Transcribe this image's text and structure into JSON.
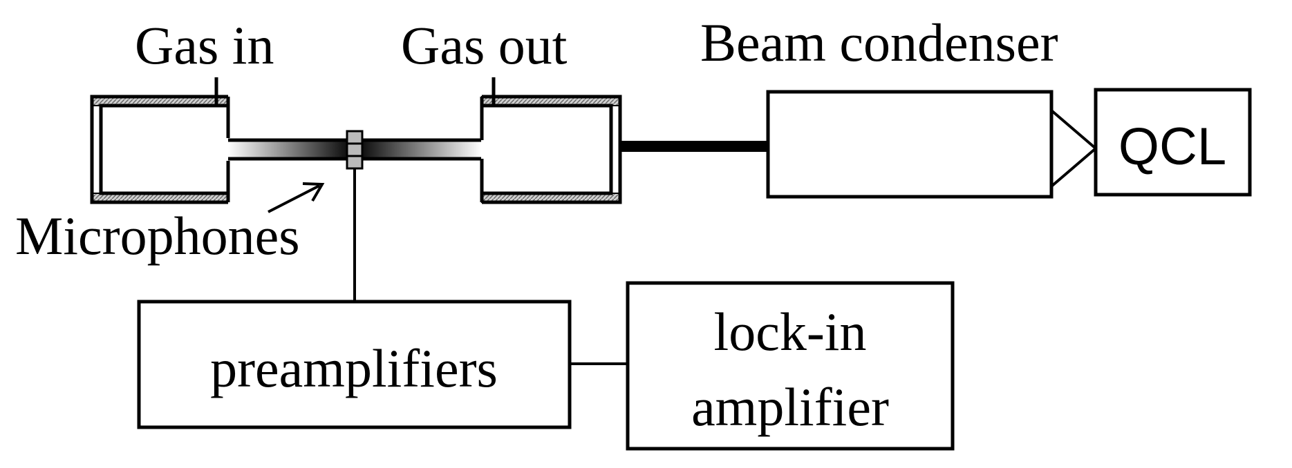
{
  "labels": {
    "gas_in": "Gas in",
    "gas_out": "Gas out",
    "beam_condenser": "Beam condenser",
    "qcl": "QCL",
    "microphones": "Microphones",
    "preamplifiers": "preamplifiers",
    "lock_in_line1": "lock-in",
    "lock_in_line2": "amplifier"
  }
}
